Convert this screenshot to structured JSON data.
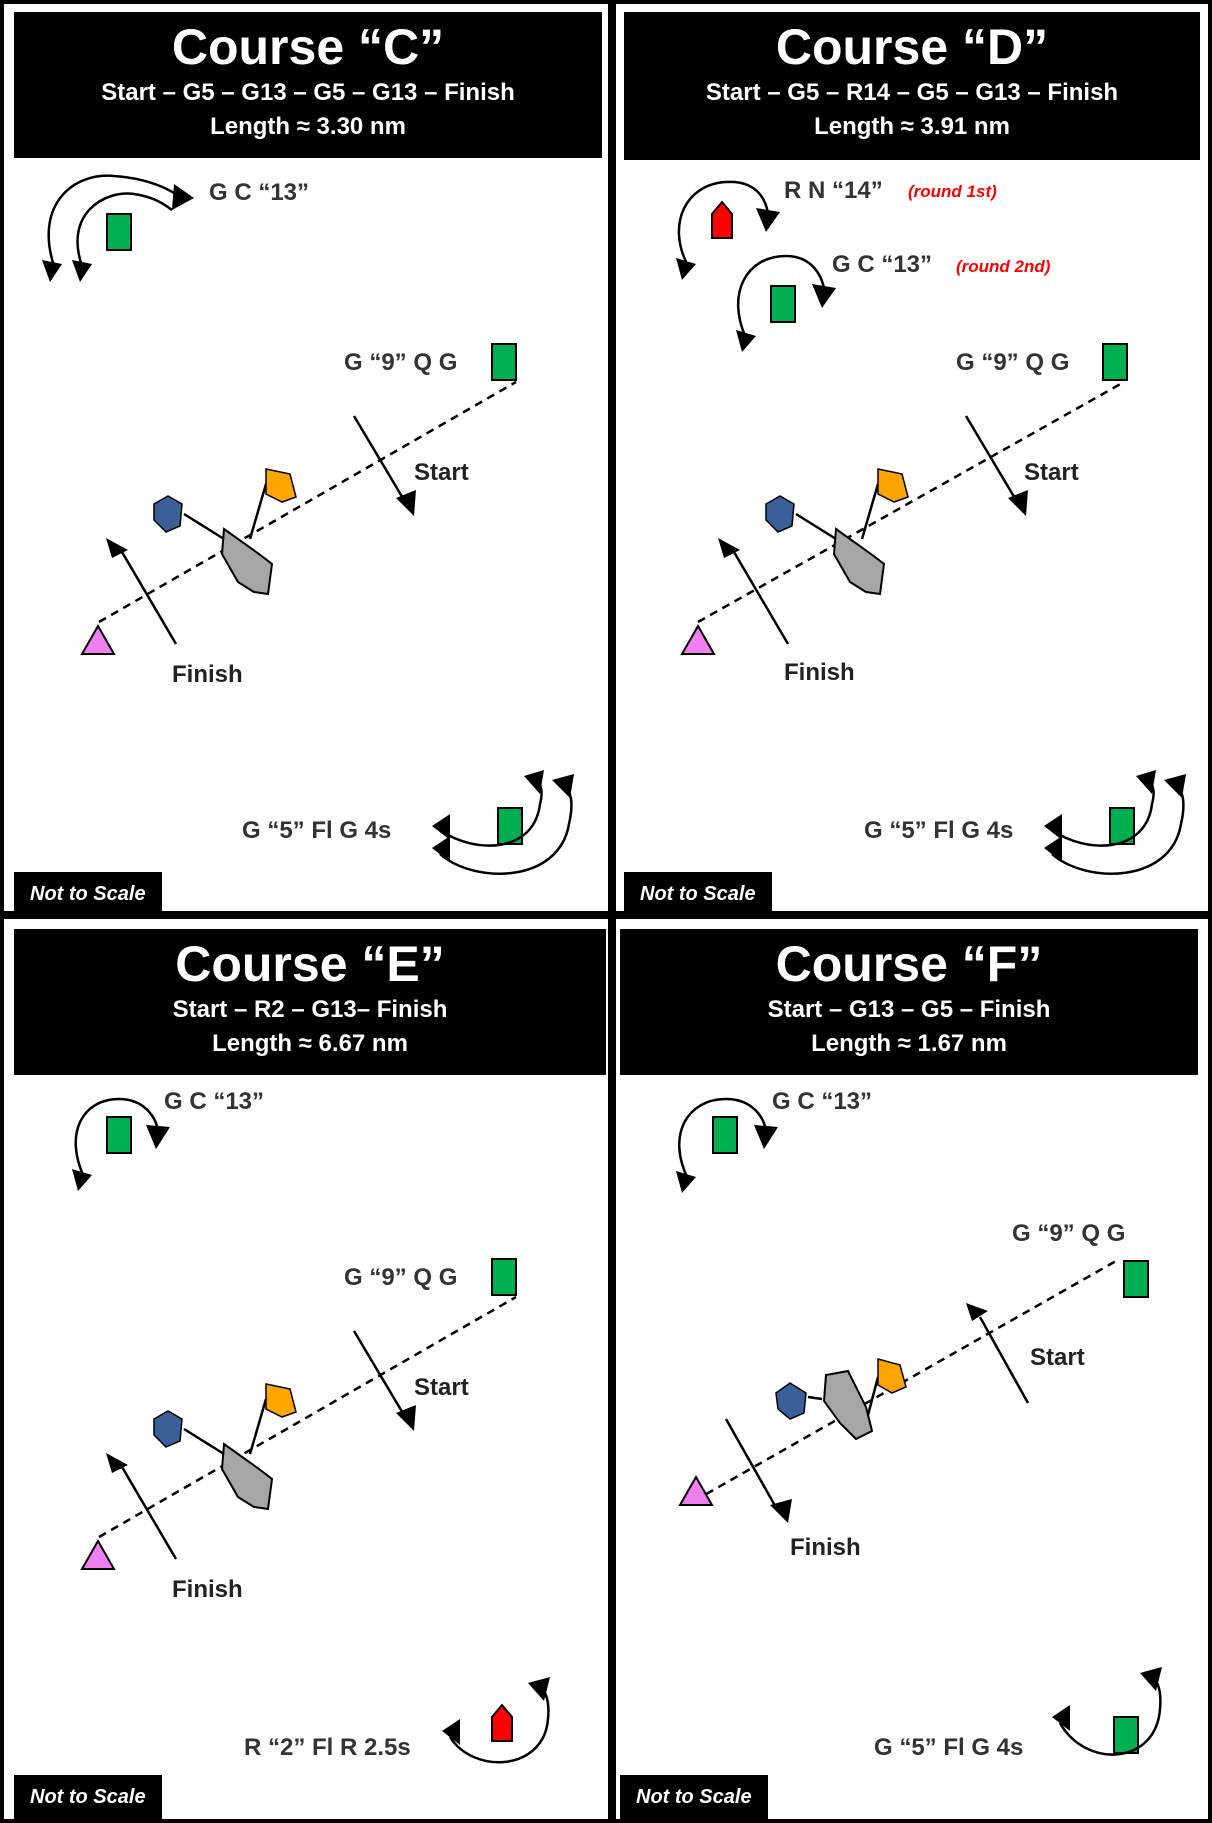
{
  "panels": [
    {
      "title": "Course “C”",
      "route": "Start – G5 – G13 – G5 – G13 – Finish",
      "length": "Length ≈ 3.30 nm",
      "scale_note": "Not to Scale",
      "labels": {
        "mark_top": "G C “13”",
        "mark_9": "G “9” Q G",
        "start": "Start",
        "finish": "Finish",
        "mark_bottom": "G “5” Fl G 4s"
      }
    },
    {
      "title": "Course “D”",
      "route": "Start – G5 – R14 – G5 – G13 – Finish",
      "length": "Length ≈ 3.91 nm",
      "scale_note": "Not to Scale",
      "labels": {
        "mark_r14": "R N “14”",
        "mark_r14_note": "(round 1st)",
        "mark_top": "G C “13”",
        "mark_top_note": "(round 2nd)",
        "mark_9": "G “9” Q G",
        "start": "Start",
        "finish": "Finish",
        "mark_bottom": "G “5” Fl G 4s"
      }
    },
    {
      "title": "Course “E”",
      "route": "Start – R2 – G13– Finish",
      "length": "Length ≈ 6.67 nm",
      "scale_note": "Not to Scale",
      "labels": {
        "mark_top": "G C “13”",
        "mark_9": "G “9” Q G",
        "start": "Start",
        "finish": "Finish",
        "mark_bottom": "R “2” Fl R 2.5s"
      }
    },
    {
      "title": "Course “F”",
      "route": "Start – G13 – G5 – Finish",
      "length": "Length ≈ 1.67 nm",
      "scale_note": "Not to Scale",
      "labels": {
        "mark_top": "G C “13”",
        "mark_9": "G “9” Q G",
        "start": "Start",
        "finish": "Finish",
        "mark_bottom": "G “5” Fl G 4s"
      }
    }
  ],
  "colors": {
    "green_buoy": "#00b050",
    "red_buoy": "#ff0000",
    "committee_boat": "#a6a6a6",
    "orange_flag": "#ffa500",
    "blue_flag": "#3a5f99",
    "pin_mark": "#f080f0",
    "note_red": "#ff0000",
    "header_bg": "#000000"
  }
}
